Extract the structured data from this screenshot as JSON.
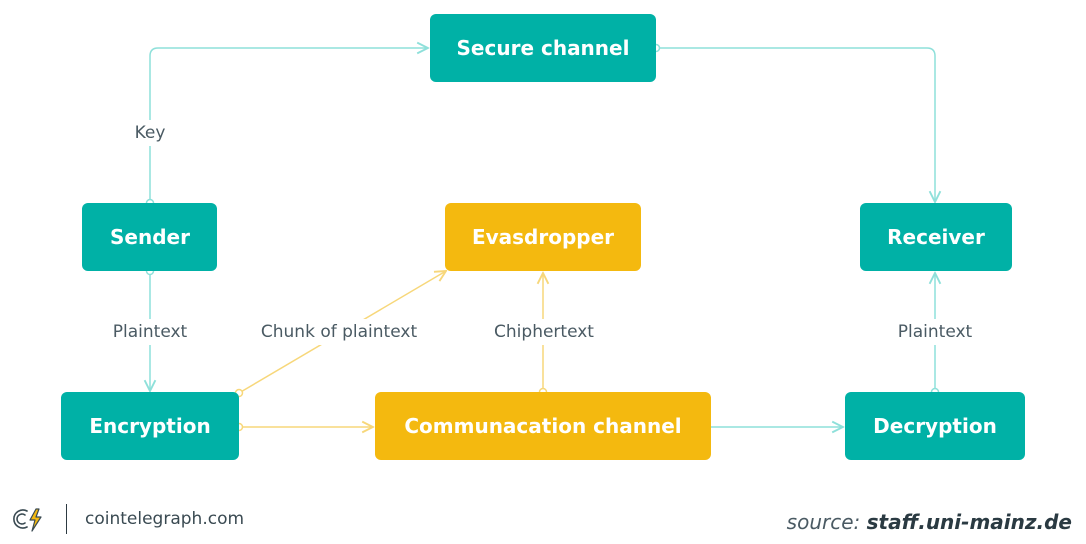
{
  "colors": {
    "teal": "#00b1a6",
    "yellow": "#f4b90f",
    "teal_line": "#8ee0da",
    "yellow_line": "#f7d77a",
    "label_text": "#4a5a63"
  },
  "nodes": {
    "secure_channel": "Secure channel",
    "sender": "Sender",
    "evasdropper": "Evasdropper",
    "receiver": "Receiver",
    "encryption": "Encryption",
    "communication_channel": "Communacation channel",
    "decryption": "Decryption"
  },
  "edges": {
    "key": "Key",
    "plaintext_sender": "Plaintext",
    "chunk": "Chunk of plaintext",
    "ciphertext": "Chiphertext",
    "plaintext_receiver": "Plaintext"
  },
  "footer": {
    "brand": "cointelegraph.com",
    "source_prefix": "source:",
    "source_site": "staff.uni-mainz.de",
    "logo_icon": "cointelegraph-logo-icon"
  }
}
